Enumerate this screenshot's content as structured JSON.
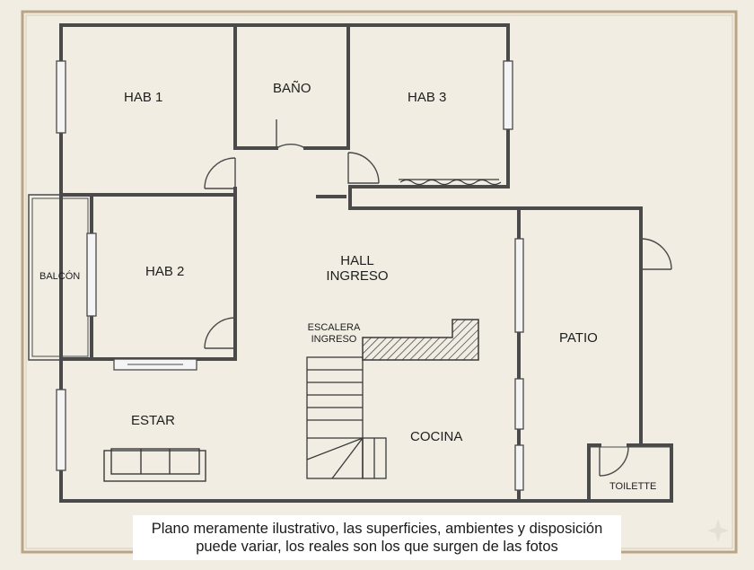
{
  "rooms": {
    "hab1": "HAB 1",
    "bano": "BAÑO",
    "hab3": "HAB 3",
    "hab2": "HAB 2",
    "balcon": "BALCÓN",
    "hall_line1": "HALL",
    "hall_line2": "INGRESO",
    "escalera_line1": "ESCALERA",
    "escalera_line2": "INGRESO",
    "patio": "PATIO",
    "estar": "ESTAR",
    "cocina": "COCINA",
    "toilette": "TOILETTE"
  },
  "disclaimer": {
    "line1": "Plano meramente ilustrativo, las superficies, ambientes y disposición",
    "line2": "puede variar, los reales son los que surgen de las fotos"
  },
  "colors": {
    "background": "#f1ede3",
    "frame": "#b9a586",
    "wall": "#4a4a4a",
    "wall_fill": "#f4f4f4",
    "label": "#1e1e1e"
  }
}
